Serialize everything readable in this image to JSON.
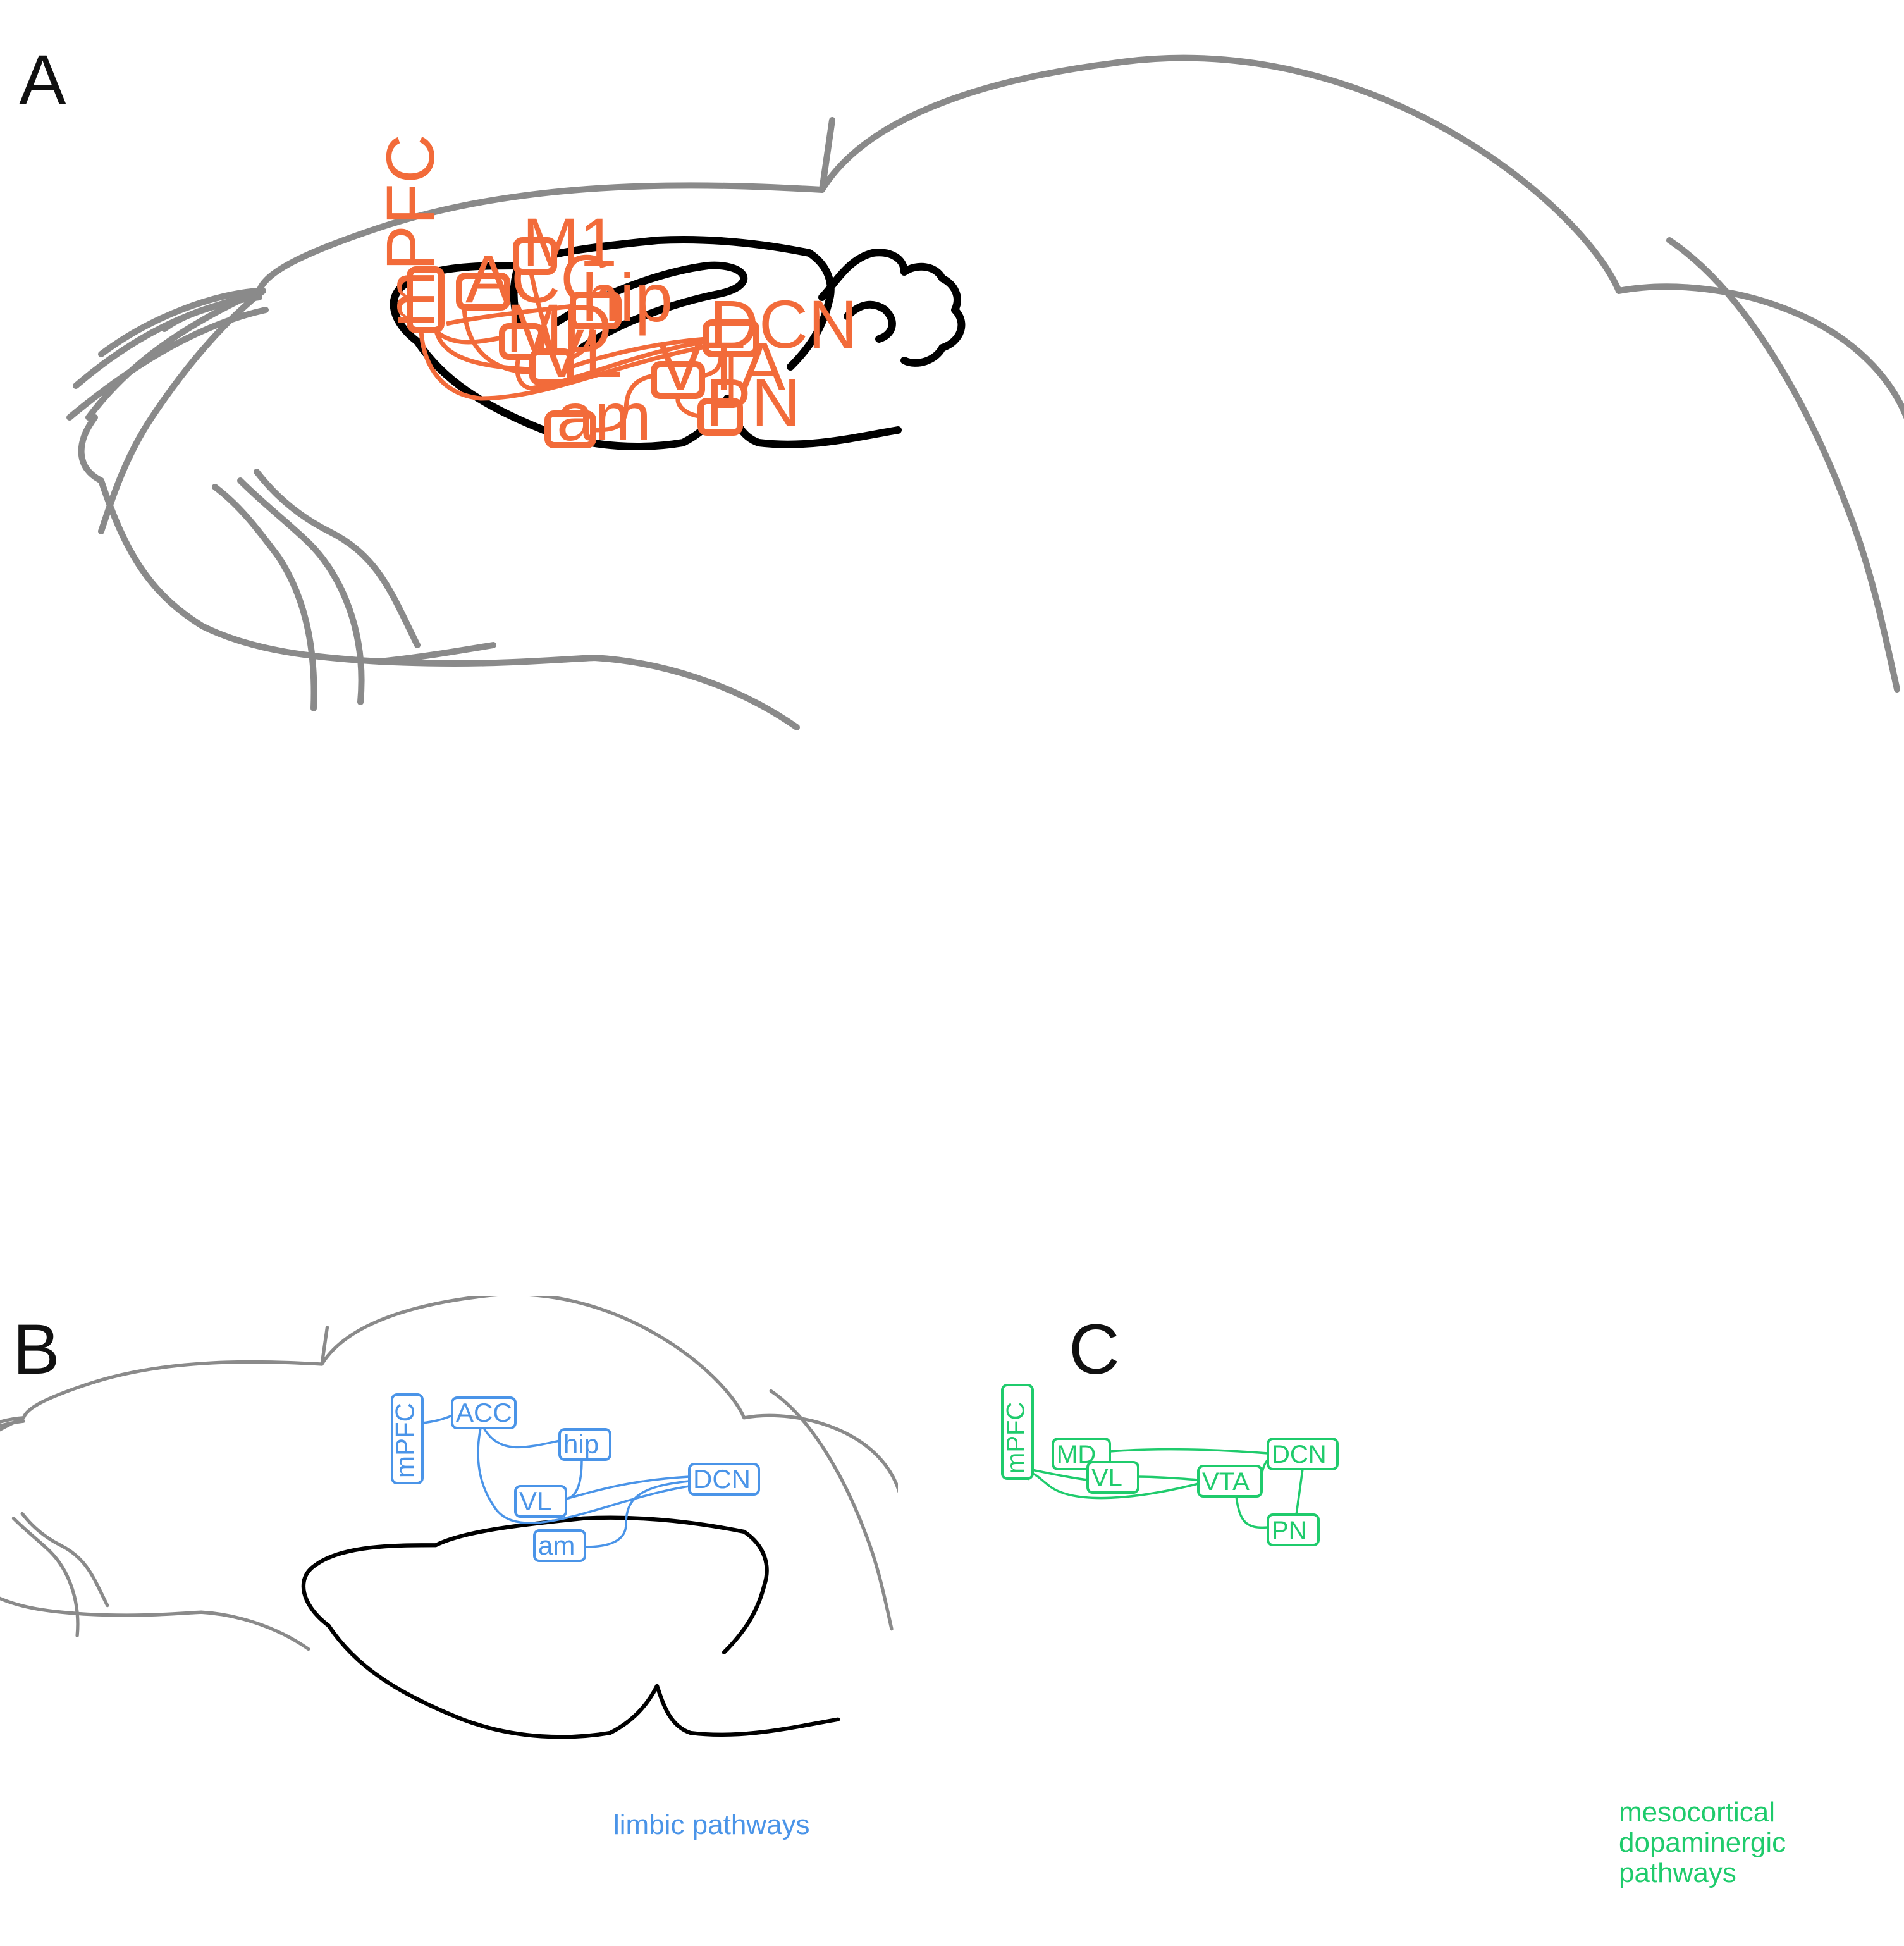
{
  "panels": [
    {
      "letter": "A",
      "color": "#f26b3a",
      "nodes": {
        "mPFC": "mPFC",
        "ACC": "ACC",
        "M1": "M1",
        "hip": "hip",
        "MD": "MD",
        "VL": "VL",
        "DCN": "DCN",
        "VTA": "VTA",
        "PN": "PN",
        "am": "am"
      },
      "caption": []
    },
    {
      "letter": "B",
      "color": "#4a94e8",
      "nodes": {
        "mPFC": "mPFC",
        "ACC": "ACC",
        "hip": "hip",
        "VL": "VL",
        "DCN": "DCN",
        "am": "am"
      },
      "caption": [
        "limbic pathways"
      ]
    },
    {
      "letter": "C",
      "color": "#1fcb6c",
      "nodes": {
        "mPFC": "mPFC",
        "MD": "MD",
        "VL": "VL",
        "DCN": "DCN",
        "VTA": "VTA",
        "PN": "PN"
      },
      "caption": [
        "mesocortical",
        "dopaminergic",
        "pathways"
      ]
    }
  ]
}
